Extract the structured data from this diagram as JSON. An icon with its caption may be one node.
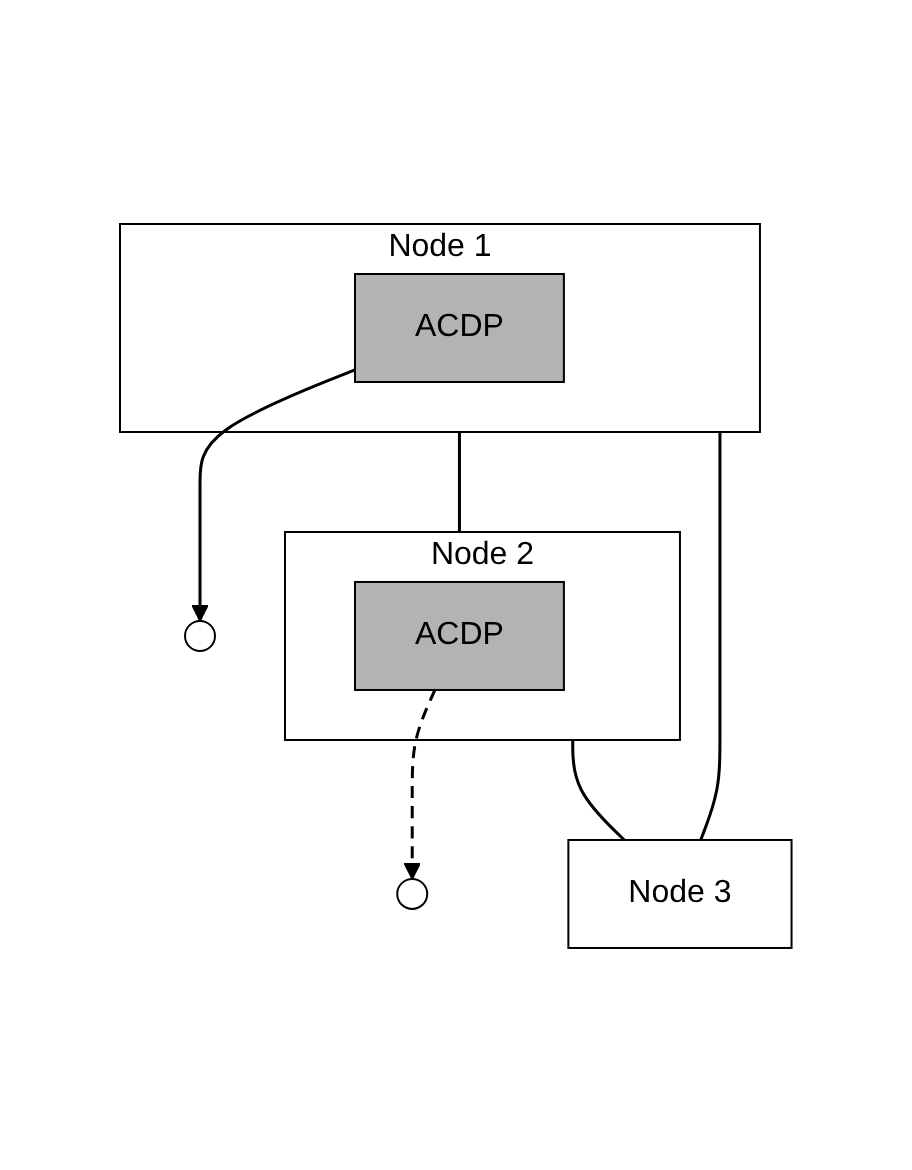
{
  "diagram": {
    "nodes": [
      {
        "text": [
          "Node 1"
        ]
      },
      {
        "text": [
          "ACDP"
        ],
        "in": 0
      },
      {
        "text": [
          "Node 2"
        ]
      },
      {
        "text": [
          "ACDP"
        ],
        "in": 2
      },
      {
        "text": [
          "Node 3"
        ]
      },
      {
        "text": [],
        "shape": "ellipse"
      },
      {
        "text": [],
        "shape": "ellipse"
      }
    ],
    "edges": [
      {
        "from": 0,
        "to": 2,
        "arrow": "none"
      },
      {
        "from": 0,
        "to": 4,
        "arrow": "none"
      },
      {
        "from": 2,
        "to": 4,
        "arrow": "none"
      },
      {
        "from": 1,
        "to": 5,
        "arrow": "to"
      },
      {
        "from": 3,
        "to": 6,
        "arrow": "to",
        "style": "dashed"
      }
    ]
  }
}
